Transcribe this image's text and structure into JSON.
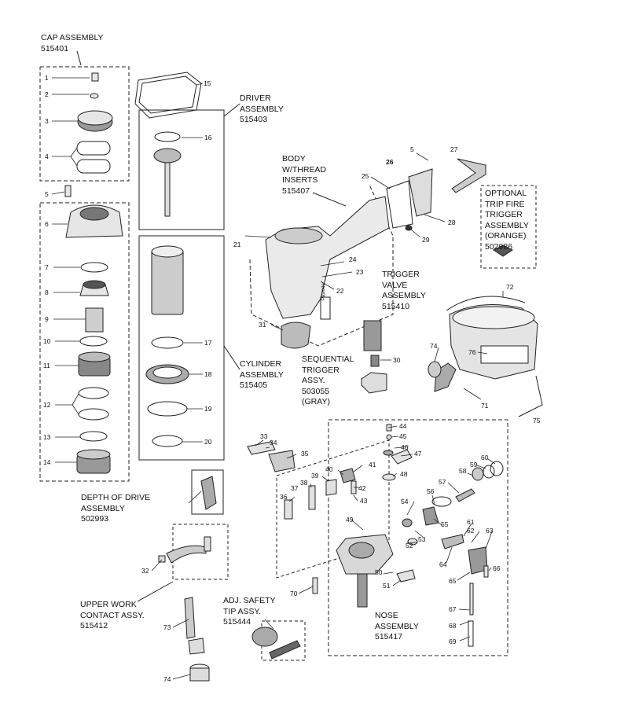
{
  "assemblies": {
    "cap": {
      "name": "CAP ASSEMBLY",
      "number": "515401"
    },
    "driver": {
      "line1": "DRIVER",
      "line2": "ASSEMBLY",
      "number": "515403"
    },
    "body": {
      "line1": "BODY",
      "line2": "W/THREAD",
      "line3": "INSERTS",
      "number": "515407"
    },
    "trip_fire": {
      "line1": "OPTIONAL",
      "line2": "TRIP FIRE",
      "line3": "TRIGGER",
      "line4": "ASSEMBLY",
      "line5": "(ORANGE)",
      "number": "502986"
    },
    "trigger_valve": {
      "line1": "TRIGGER",
      "line2": "VALVE",
      "line3": "ASSEMBLY",
      "number": "515410"
    },
    "cylinder": {
      "line1": "CYLINDER",
      "line2": "ASSEMBLY",
      "number": "515405"
    },
    "sequential": {
      "line1": "SEQUENTIAL",
      "line2": "TRIGGER",
      "line3": "ASSY.",
      "number": "503055",
      "color": "(GRAY)"
    },
    "depth": {
      "line1": "DEPTH OF DRIVE",
      "line2": "ASSEMBLY",
      "number": "502993"
    },
    "upper": {
      "line1": "UPPER WORK",
      "line2": "CONTACT ASSY.",
      "number": "515412"
    },
    "safety": {
      "line1": "ADJ. SAFETY",
      "line2": "TIP ASSY.",
      "number": "515444"
    },
    "nose": {
      "line1": "NOSE",
      "line2": "ASSEMBLY",
      "number": "515417"
    }
  },
  "body_stamp": "Paslode",
  "callouts": [
    "1",
    "2",
    "3",
    "4",
    "5",
    "6",
    "7",
    "8",
    "9",
    "10",
    "11",
    "12",
    "13",
    "14",
    "15",
    "16",
    "17",
    "18",
    "19",
    "20",
    "21",
    "22",
    "23",
    "24",
    "25",
    "26",
    "27",
    "28",
    "29",
    "30",
    "31",
    "32",
    "33",
    "34",
    "35",
    "36",
    "37",
    "38",
    "39",
    "40",
    "41",
    "42",
    "43",
    "44",
    "45",
    "46",
    "47",
    "48",
    "49",
    "50",
    "51",
    "52",
    "53",
    "54",
    "55",
    "56",
    "57",
    "58",
    "59",
    "60",
    "61",
    "62",
    "63",
    "64",
    "65",
    "66",
    "67",
    "68",
    "69",
    "70",
    "71",
    "72",
    "73",
    "74",
    "75",
    "76"
  ],
  "extra_callouts": {
    "five_b": "5",
    "seventy_four_b": "74"
  },
  "colors": {
    "line": "#222222",
    "dash": "#333333",
    "part_fill": "#e6e6e6",
    "part_dark": "#555555"
  }
}
